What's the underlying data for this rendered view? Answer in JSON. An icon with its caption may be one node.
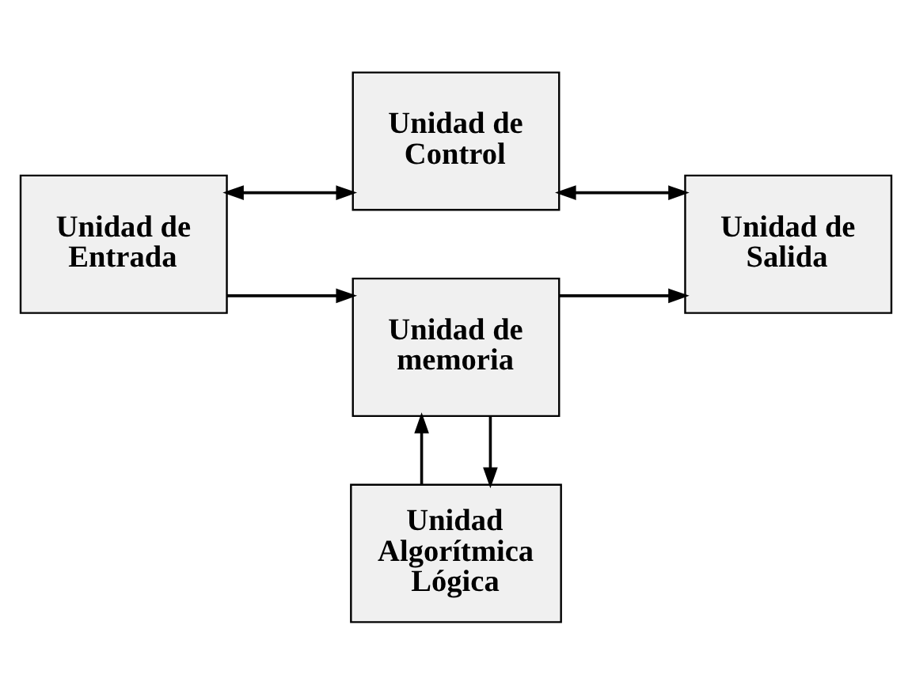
{
  "diagram": {
    "nodes": [
      {
        "text": [
          "Unidad Algorítmica Lógica"
        ]
      },
      {
        "text": [
          "Unidad de Entrada"
        ]
      },
      {
        "text": [
          "Unidad de Control"
        ]
      },
      {
        "text": [
          "Unidad de Salida"
        ]
      },
      {
        "text": [
          "Unidad de memoria"
        ]
      }
    ],
    "edges": [
      {
        "from": 1,
        "to": 2,
        "arrow": "both"
      },
      {
        "from": 2,
        "to": 3,
        "arrow": "both"
      },
      {
        "from": 4,
        "to": 0,
        "arrow": "to"
      },
      {
        "from": 0,
        "to": 4,
        "arrow": "to"
      },
      {
        "from": 1,
        "to": 4,
        "arrow": "to"
      },
      {
        "from": 4,
        "to": 3,
        "arrow": "to"
      }
    ]
  }
}
